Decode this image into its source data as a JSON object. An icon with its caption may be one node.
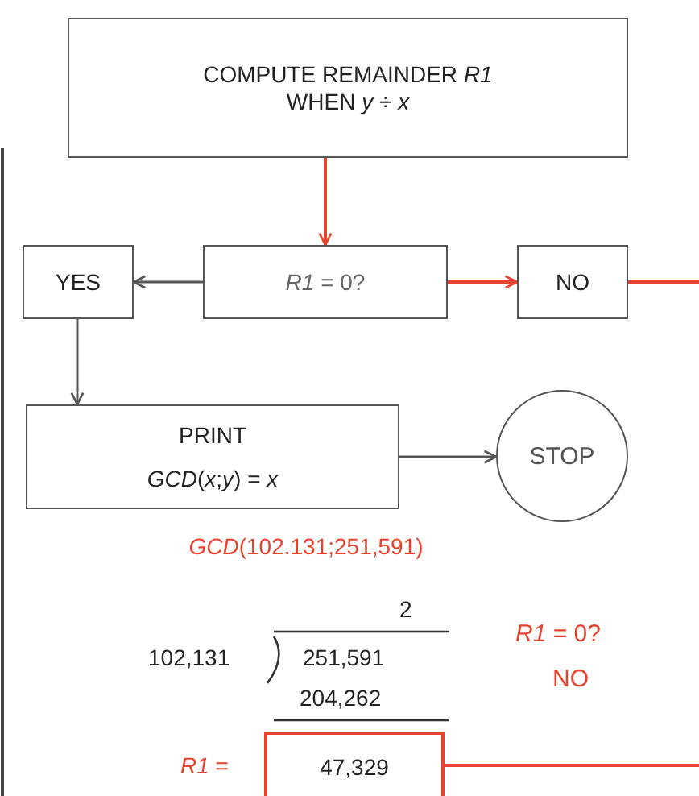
{
  "diagram": {
    "nodes": [
      {
        "text": [
          "COMPUTE REMAINDER *R1* WHEN *y* ÷ *x*"
        ]
      },
      {
        "text": [
          "*R1* = 0?"
        ]
      },
      {
        "text": [
          "YES"
        ]
      },
      {
        "text": [
          "NO"
        ]
      },
      {
        "text": [
          "PRINT",
          "*GCD*(*x*;*y*) = *x*"
        ]
      },
      {
        "text": [
          "STOP"
        ]
      },
      {
        "text": [
          "47,329"
        ],
        "beside": [
          "*R1* ="
        ]
      }
    ],
    "edges": [
      {
        "from": 0,
        "to": 1,
        "arrow": "to",
        "color": "#e8432e"
      },
      {
        "from": 1,
        "to": 2,
        "arrow": "to",
        "color": "#555555"
      },
      {
        "from": 1,
        "to": 3,
        "arrow": "to",
        "color": "#e8432e"
      },
      {
        "from": 2,
        "to": 4,
        "arrow": "to",
        "color": "#555555"
      },
      {
        "from": 4,
        "to": 5,
        "arrow": "to",
        "color": "#555555"
      },
      {
        "from": 3,
        "to": null,
        "arrow": "none",
        "color": "#e8432e"
      },
      {
        "from": 6,
        "to": null,
        "arrow": "none",
        "color": "#e8432e"
      }
    ],
    "labels": [
      "*GCD*(102.131;251,591)",
      "2",
      "102,131",
      "251,591",
      "204,262",
      "*R1* = 0?",
      "NO"
    ]
  }
}
